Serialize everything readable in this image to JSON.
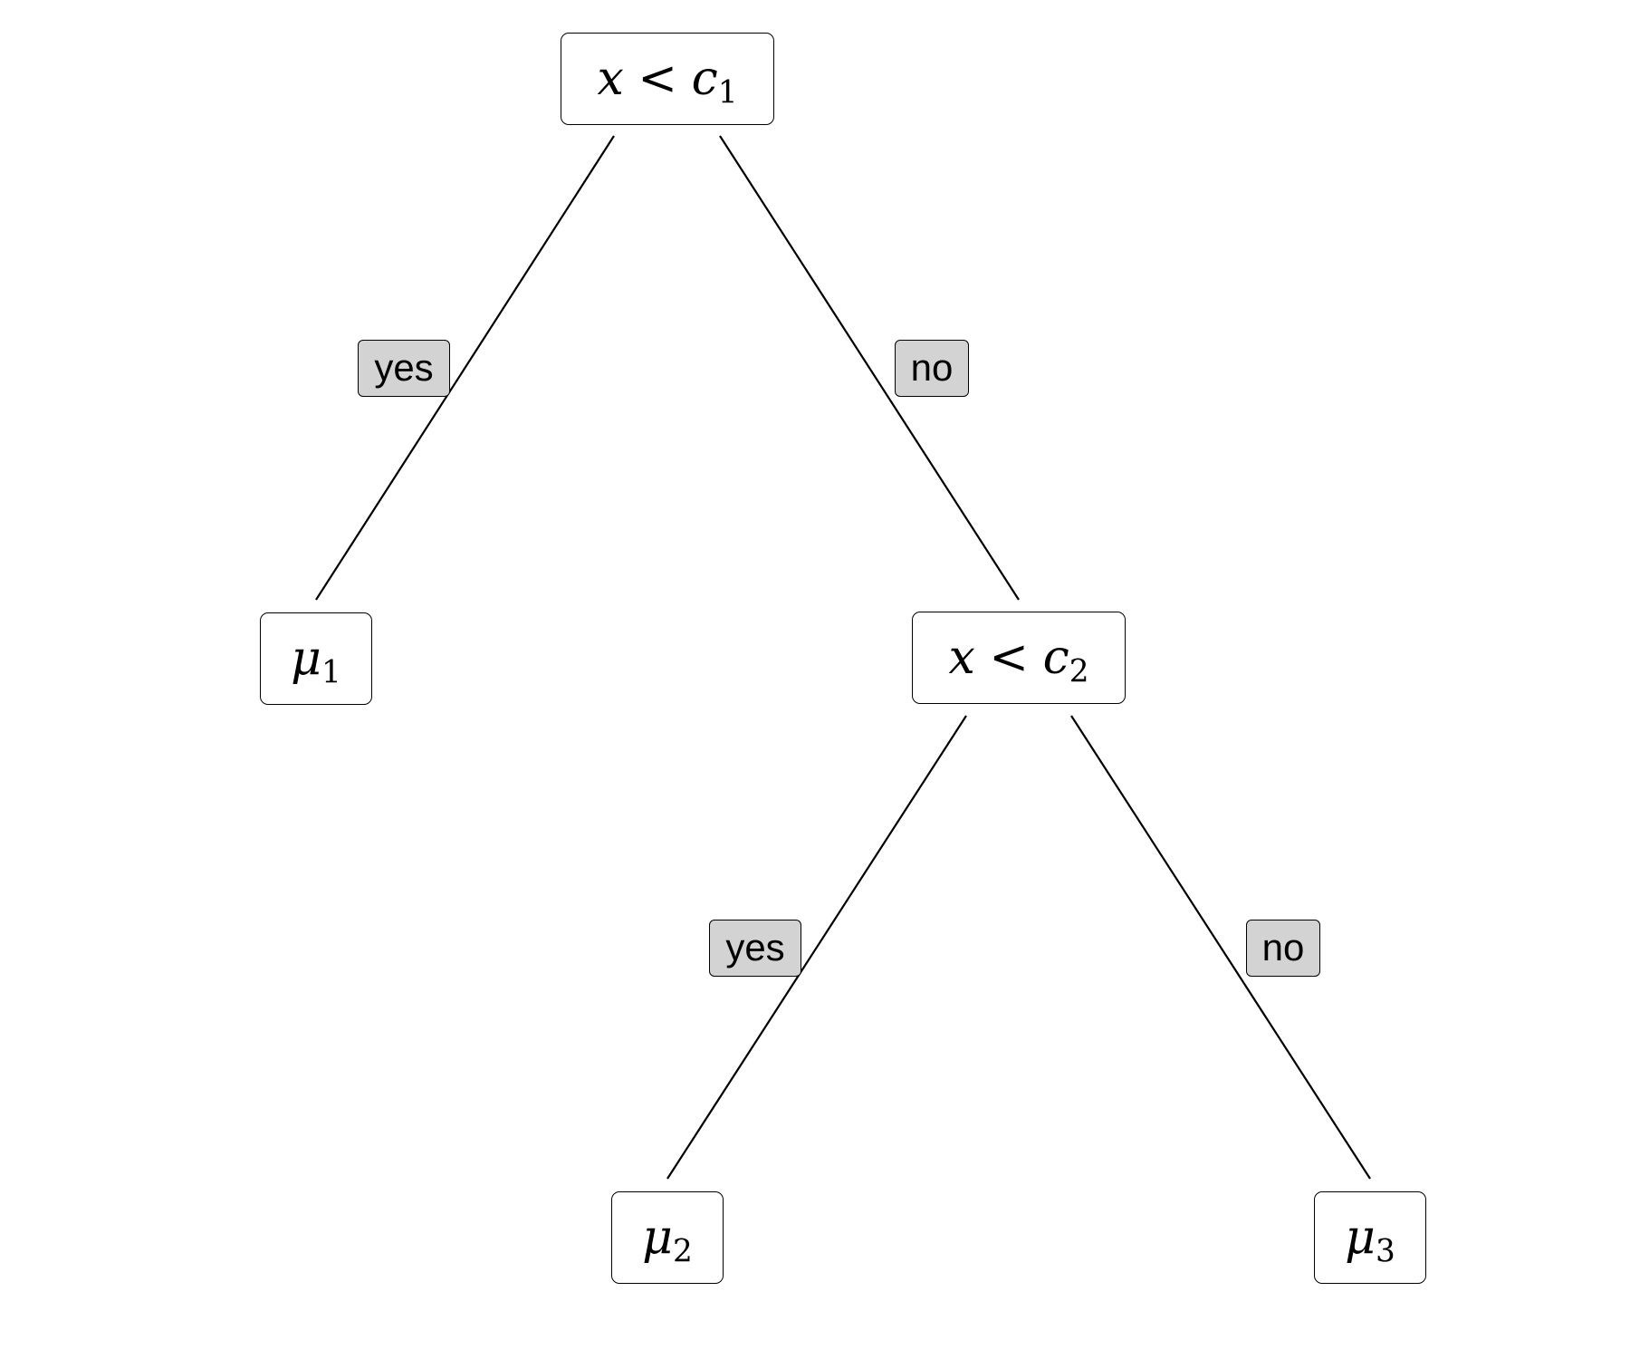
{
  "tree": {
    "root": {
      "var": "x",
      "op": "<",
      "const": "c",
      "sub": "1"
    },
    "split2": {
      "var": "x",
      "op": "<",
      "const": "c",
      "sub": "2"
    },
    "leaf1": {
      "sym": "μ",
      "sub": "1"
    },
    "leaf2": {
      "sym": "μ",
      "sub": "2"
    },
    "leaf3": {
      "sym": "μ",
      "sub": "3"
    },
    "edges": {
      "root_yes": "yes",
      "root_no": "no",
      "split2_yes": "yes",
      "split2_no": "no"
    }
  },
  "colors": {
    "label_fill": "#d3d3d3",
    "node_fill": "#ffffff",
    "stroke": "#000000"
  }
}
